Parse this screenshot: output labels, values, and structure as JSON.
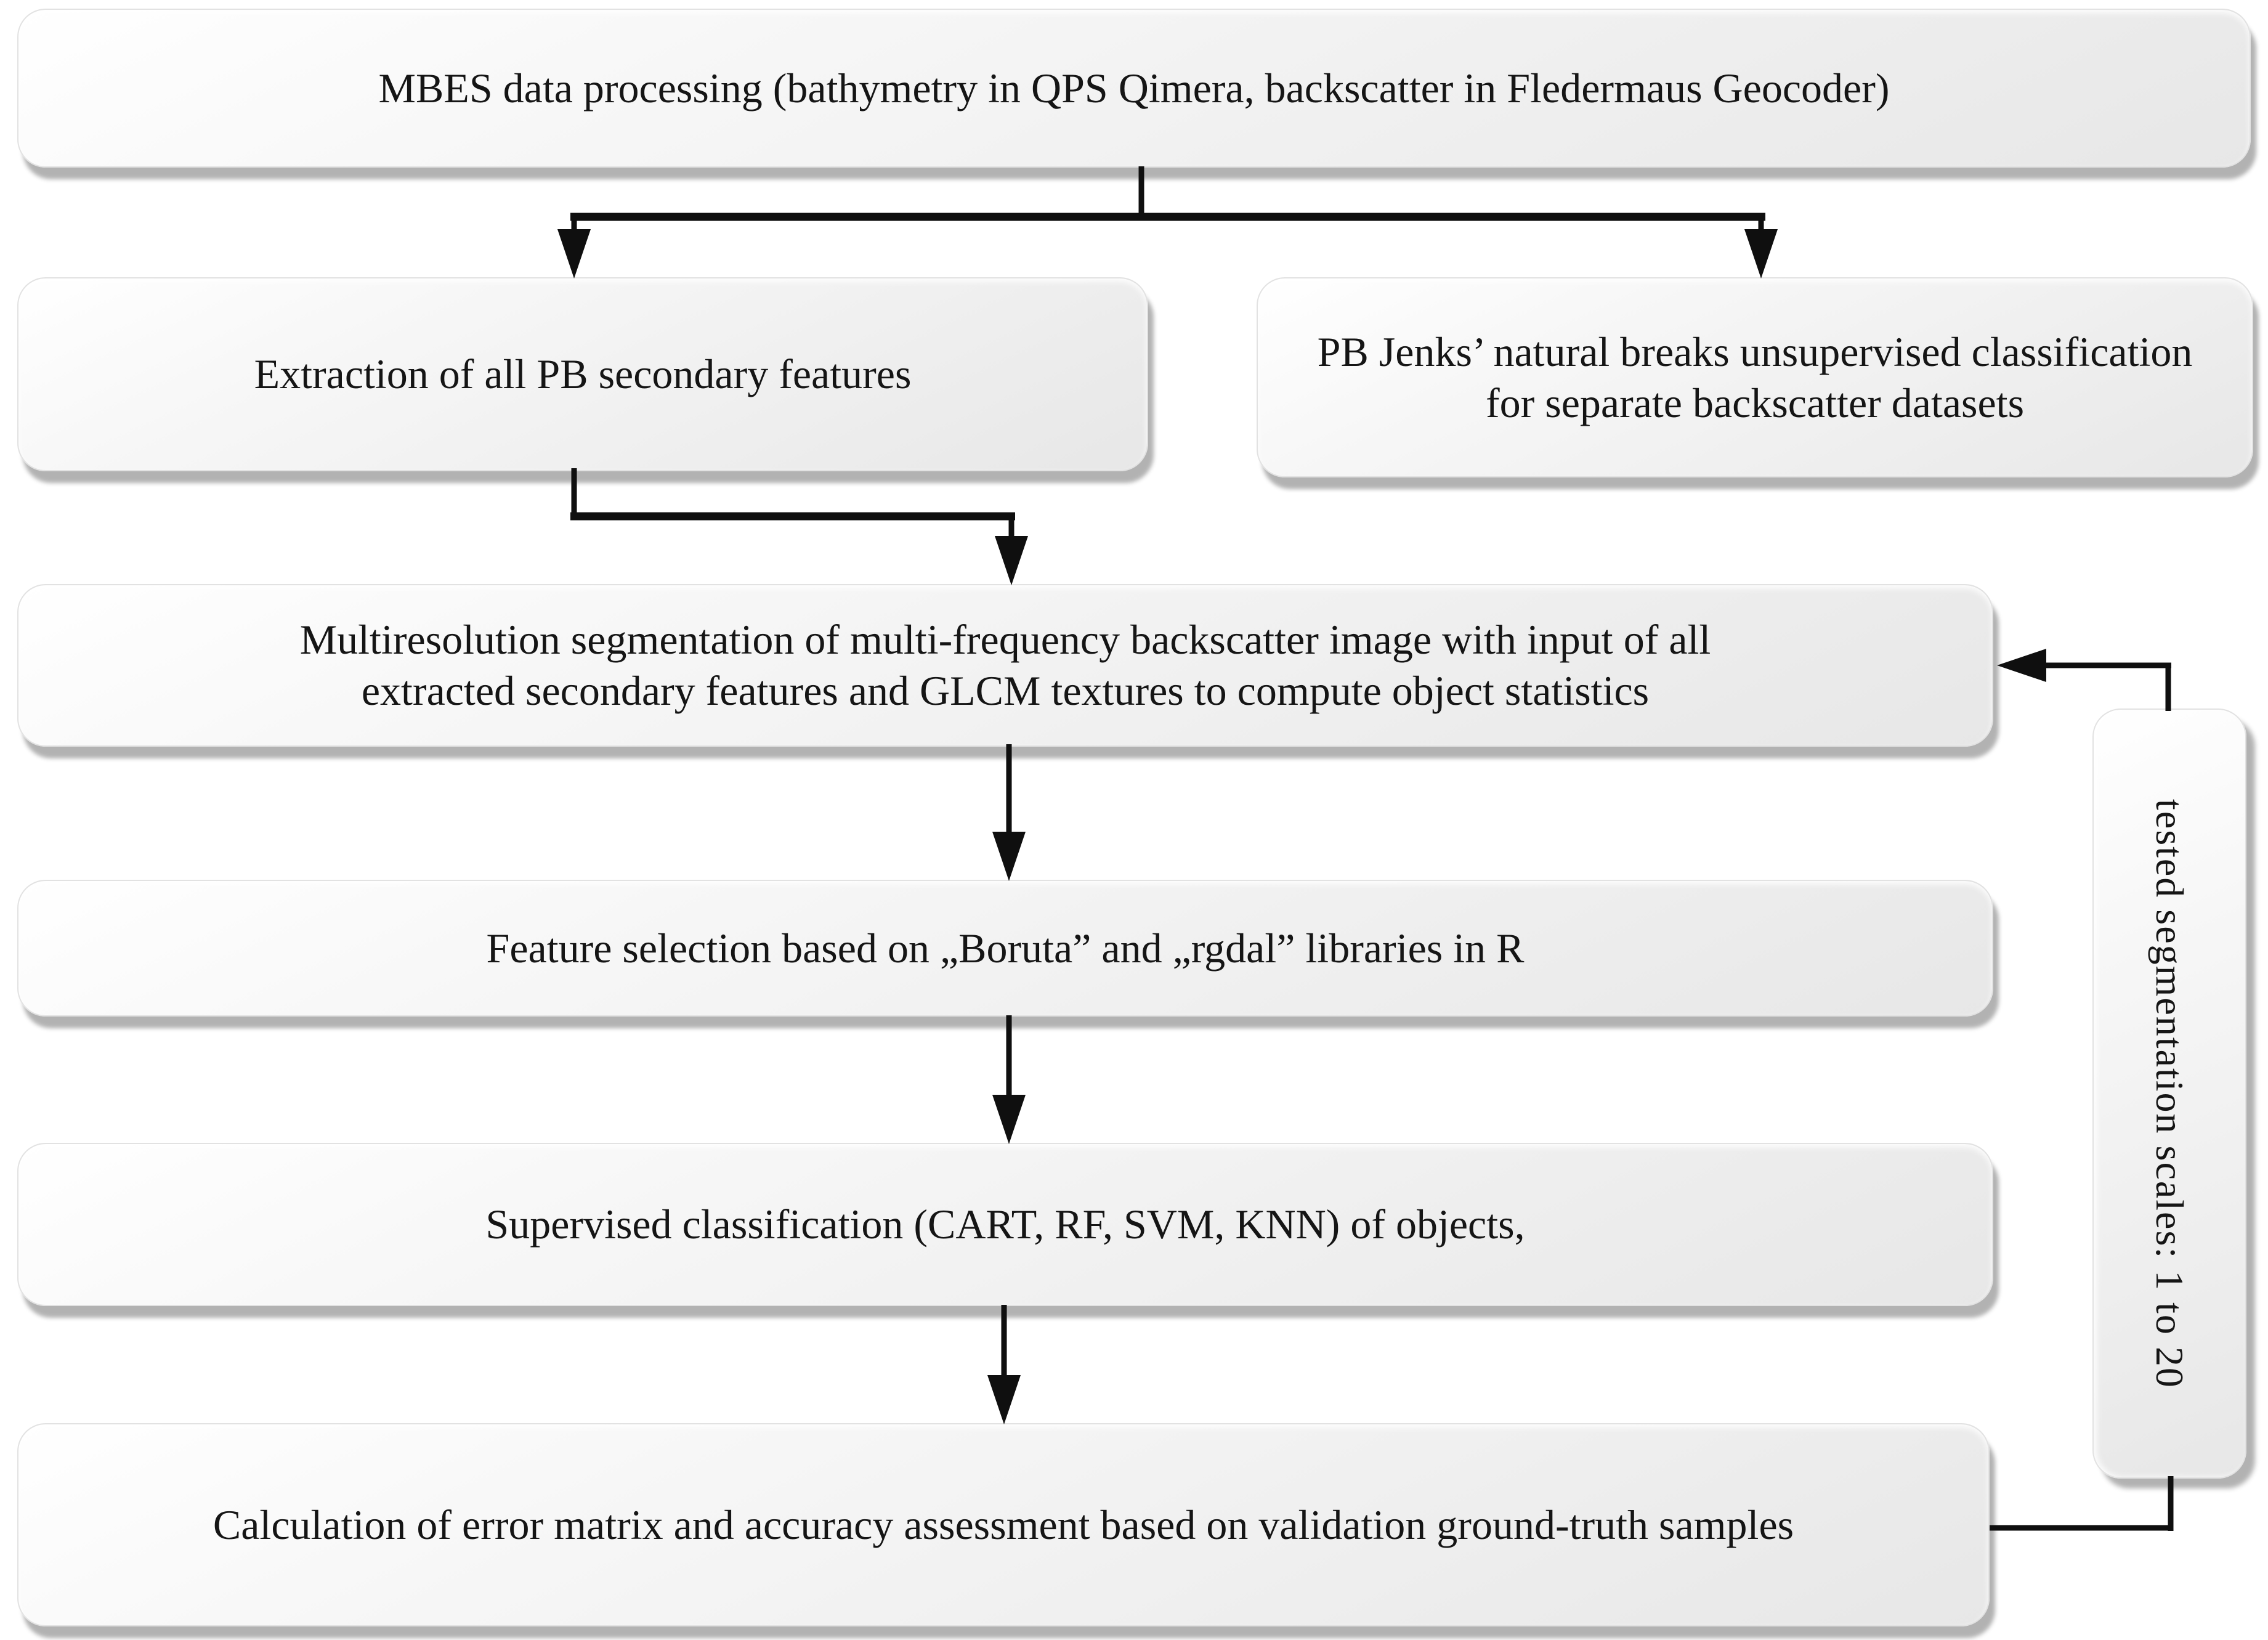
{
  "figure": {
    "type": "flowchart",
    "background": "#ffffff",
    "colors": {
      "node_fill_light": "#fcfcfc",
      "node_fill_dark": "#e7e7e7",
      "node_border": "#e2e2e2",
      "node_shadow": "rgba(0,0,0,0.30)",
      "connector": "#0f0f0f",
      "text": "#151515"
    },
    "nodes": {
      "mbes": {
        "text": "MBES data processing (bathymetry in QPS Qimera, backscatter in Fledermaus Geocoder)"
      },
      "extraction": {
        "text": "Extraction of all PB secondary features"
      },
      "jenks": {
        "text": "PB Jenks’ natural breaks unsupervised classification\nfor separate backscatter datasets"
      },
      "multires": {
        "text": "Multiresolution segmentation of multi-frequency backscatter image with input of all\nextracted secondary features and GLCM textures to compute object statistics"
      },
      "feature": {
        "text": "Feature selection based on „Boruta” and „rgdal” libraries in R"
      },
      "supervised": {
        "text": "Supervised classification (CART, RF, SVM, KNN) of objects,"
      },
      "calc": {
        "text": "Calculation of error matrix and accuracy assessment based on validation ground-truth samples"
      },
      "scales": {
        "text": "tested segmentation scales: 1 to 20"
      }
    },
    "edges": [
      {
        "from": "mbes",
        "to": "extraction"
      },
      {
        "from": "mbes",
        "to": "jenks"
      },
      {
        "from": "extraction",
        "to": "multires"
      },
      {
        "from": "multires",
        "to": "feature"
      },
      {
        "from": "feature",
        "to": "supervised"
      },
      {
        "from": "supervised",
        "to": "calc"
      },
      {
        "from": "calc",
        "to": "scales"
      },
      {
        "from": "scales",
        "to": "multires"
      }
    ]
  }
}
